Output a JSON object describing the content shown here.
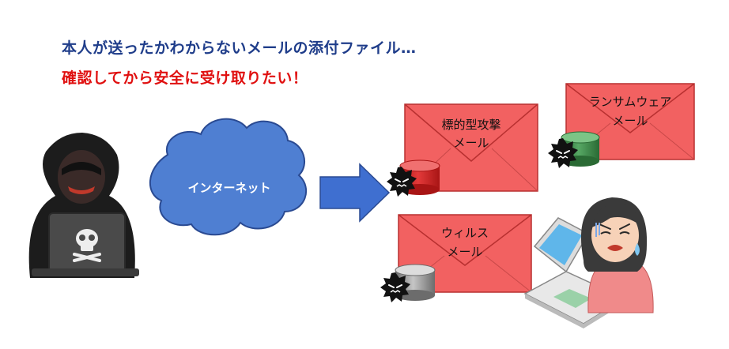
{
  "heading": {
    "line1": "本人が送ったかわからないメールの添付ファイル…",
    "line2": "確認してから安全に受け取りたい！"
  },
  "cloud_label": "インターネット",
  "mails": [
    {
      "line1": "標的型攻撃",
      "line2": "メール"
    },
    {
      "line1": "ランサムウェア",
      "line2": "メール"
    },
    {
      "line1": "ウィルス",
      "line2": "メール"
    }
  ],
  "colors": {
    "heading1": "#1f3d8a",
    "heading2": "#e01010",
    "cloud": "#4f7fd2",
    "arrow": "#3f6fd0",
    "envelope": "#f26161",
    "db_red": "#d02424",
    "db_green": "#3f8a4a",
    "db_gray": "#9a9a9a"
  },
  "icons": [
    "hacker-icon",
    "skull-icon",
    "cloud-icon",
    "arrow-right-icon",
    "virus-icon",
    "database-icon",
    "laptop-icon",
    "worried-woman-icon"
  ]
}
